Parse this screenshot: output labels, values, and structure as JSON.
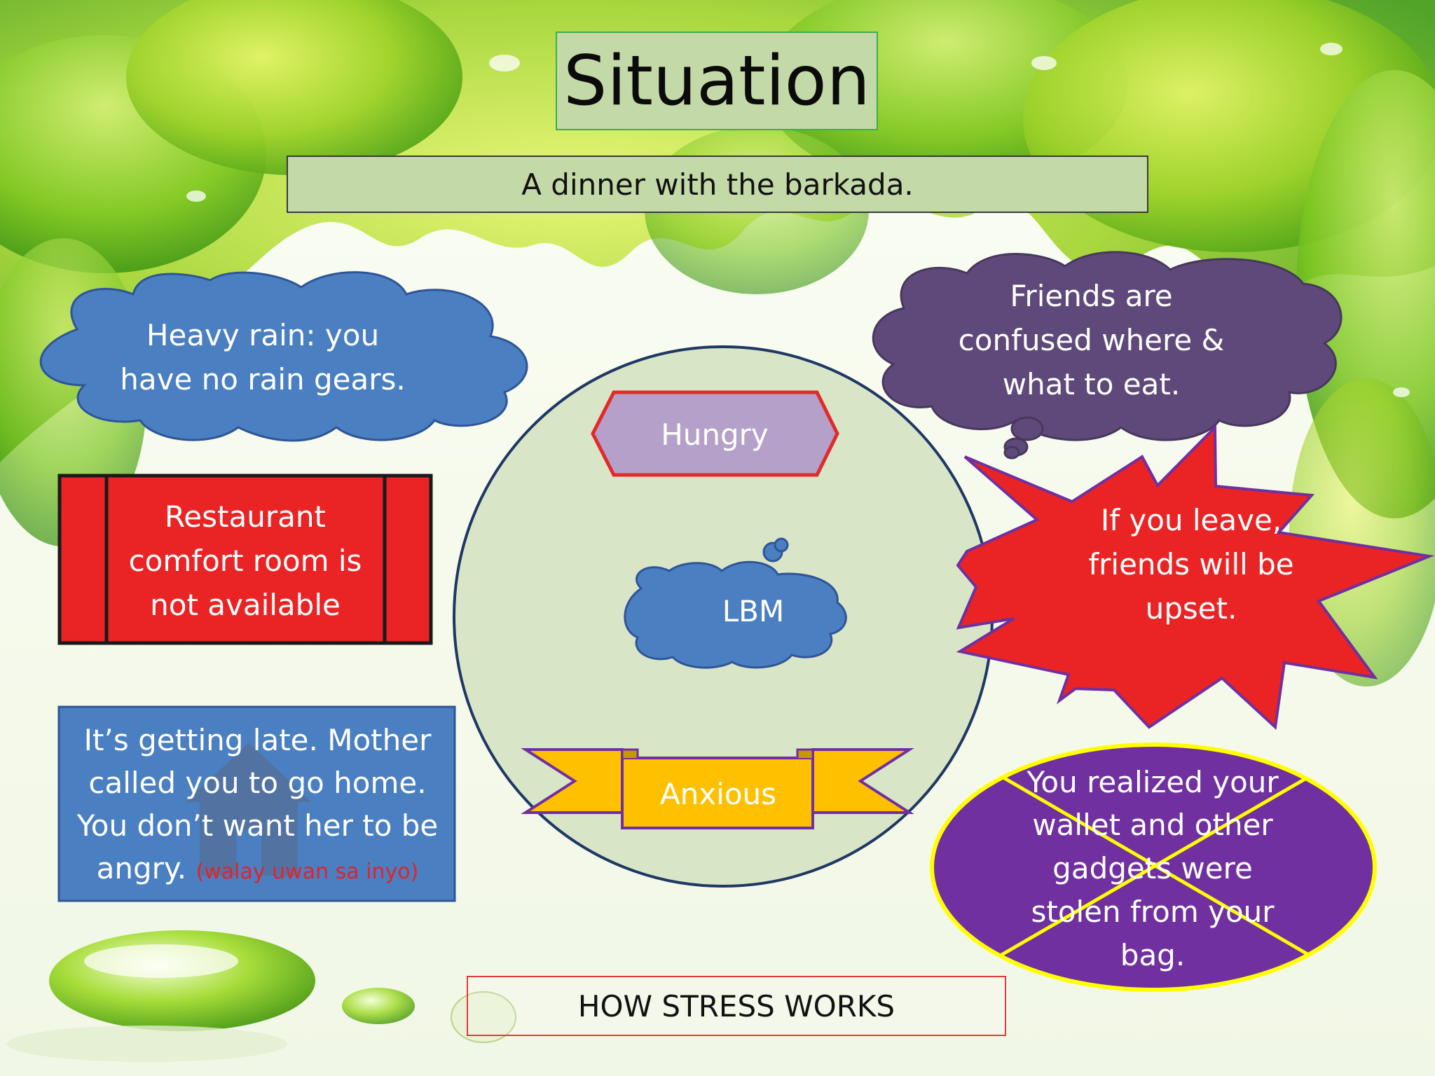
{
  "slide": {
    "title": "Situation",
    "subtitle": "A dinner with the barkada.",
    "footer": "HOW STRESS WORKS"
  },
  "center": {
    "hungry": "Hungry",
    "lbm": "LBM",
    "anxious": "Anxious"
  },
  "stressors": {
    "rain": [
      "Heavy rain: you",
      "have no rain gears."
    ],
    "restroom": [
      "Restaurant",
      "comfort room is",
      "not available"
    ],
    "mother": {
      "lines": [
        "It’s getting late. Mother",
        "called you to go home.",
        "You don’t want her to be",
        "angry."
      ],
      "note": "(walay uwan sa inyo)"
    },
    "friends_confused": [
      "Friends are",
      "confused where &",
      "what to eat."
    ],
    "leave": [
      "If you leave,",
      "friends will be",
      "upset."
    ],
    "wallet": [
      "You realized your",
      "wallet and other",
      "gadgets were",
      "stolen from your",
      "bag."
    ]
  },
  "colors": {
    "title_fill": "#c4d9a8",
    "circle_fill": "#d9e5c7",
    "blue_shape": "#4a7fc1",
    "purple_cloud": "#5f497a",
    "red": "#ea2424",
    "purple_oval": "#7030a0",
    "ribbon": "#ffc000",
    "hexagon": "#b4a0c8"
  },
  "icons": [
    "leaf-background",
    "house-icon",
    "water-drop"
  ]
}
